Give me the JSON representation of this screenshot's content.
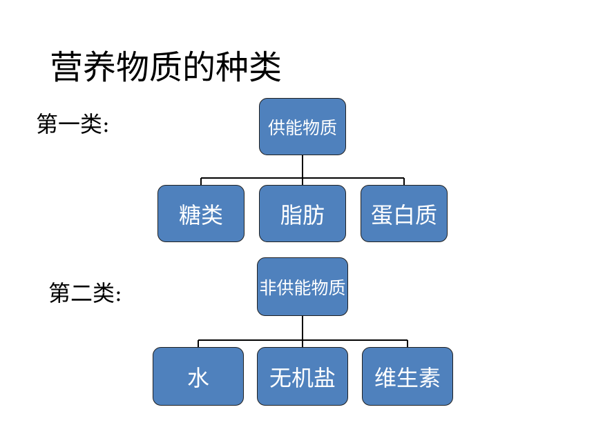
{
  "title": "营养物质的种类",
  "groups": [
    {
      "label": "第一类:",
      "parent": "供能物质",
      "children": [
        "糖类",
        "脂肪",
        "蛋白质"
      ]
    },
    {
      "label": "第二类:",
      "parent": "非供能物质",
      "children": [
        "水",
        "无机盐",
        "维生素"
      ]
    }
  ],
  "colors": {
    "box_fill": "#4f81bd",
    "box_border": "#1f1f1f",
    "connector": "#000000"
  }
}
